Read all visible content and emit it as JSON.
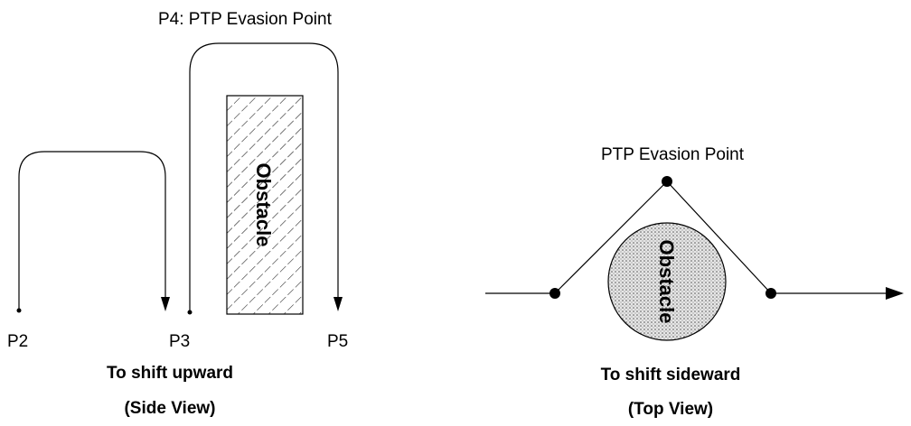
{
  "side_view": {
    "evasion_label": "P4: PTP Evasion Point",
    "obstacle_label": "Obstacle",
    "p2": "P2",
    "p3": "P3",
    "p5": "P5",
    "caption_line1": "To shift upward",
    "caption_line2": "(Side View)"
  },
  "top_view": {
    "evasion_label": "PTP Evasion Point",
    "obstacle_label": "Obstacle",
    "caption_line1": "To shift sideward",
    "caption_line2": "(Top View)"
  },
  "colors": {
    "stroke": "#000000",
    "obstacle_fill": "#d9d9d9",
    "background": "#ffffff"
  }
}
